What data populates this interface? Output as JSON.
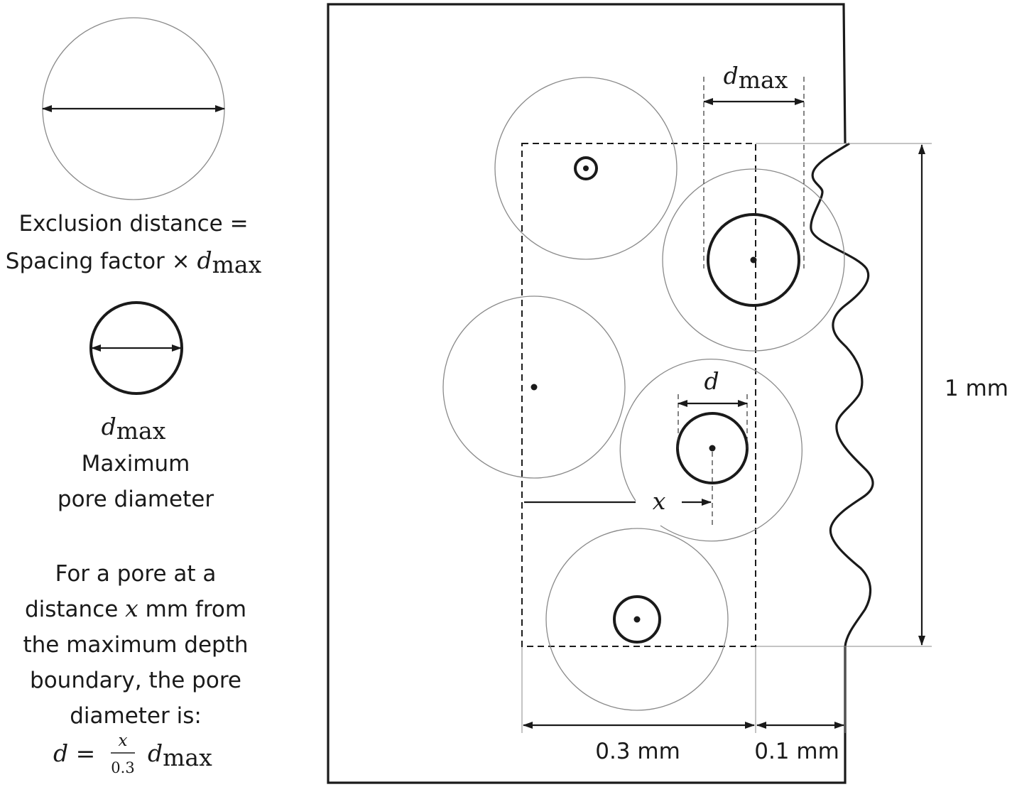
{
  "legend": {
    "exclusion_line1": "Exclusion distance =",
    "exclusion_line2": "Spacing factor × ",
    "dmax_symbol": "d",
    "dmax_subscript": "max",
    "max_line1": "Maximum",
    "max_line2": "pore diameter",
    "formula_lines": [
      "For a pore at a",
      "distance ",
      " mm from",
      "the maximum depth",
      "boundary, the pore",
      "diameter is:"
    ],
    "x_symbol": "x",
    "formula_lhs": "d =",
    "formula_num": "x",
    "formula_den": "0.3",
    "formula_rhs_symbol": "d",
    "formula_rhs_sub": "max"
  },
  "diagram": {
    "dmax_label_symbol": "d",
    "dmax_label_sub": "max",
    "d_label": "d",
    "x_label": "x",
    "height_label": "1 mm",
    "width_label": "0.3 mm",
    "margin_label": "0.1 mm"
  },
  "colors": {
    "ink": "#1a1a1a",
    "thin_circle": "#8a8a8a"
  }
}
